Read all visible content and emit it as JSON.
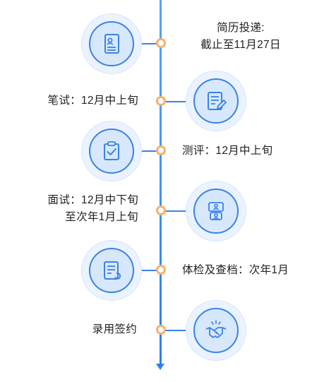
{
  "steps": [
    {
      "id": "resume",
      "icon": "resume-doc-icon",
      "lines": [
        "简历投递:",
        "截止至11月27日"
      ]
    },
    {
      "id": "written",
      "icon": "exam-edit-icon",
      "lines": [
        "笔试：12月中上旬"
      ]
    },
    {
      "id": "assess",
      "icon": "clipboard-check-icon",
      "lines": [
        "测评：12月中上旬"
      ]
    },
    {
      "id": "interview",
      "icon": "video-interview-icon",
      "lines": [
        "面试：12月中下旬",
        "至次年1月上旬"
      ]
    },
    {
      "id": "medical",
      "icon": "medical-report-icon",
      "lines": [
        "体检及查档：次年1月"
      ]
    },
    {
      "id": "sign",
      "icon": "handshake-icon",
      "lines": [
        "录用签约"
      ]
    }
  ],
  "colors": {
    "line": "#3b82e6",
    "dot": "#f5b070",
    "icon_bg": "#d7e8fd"
  }
}
